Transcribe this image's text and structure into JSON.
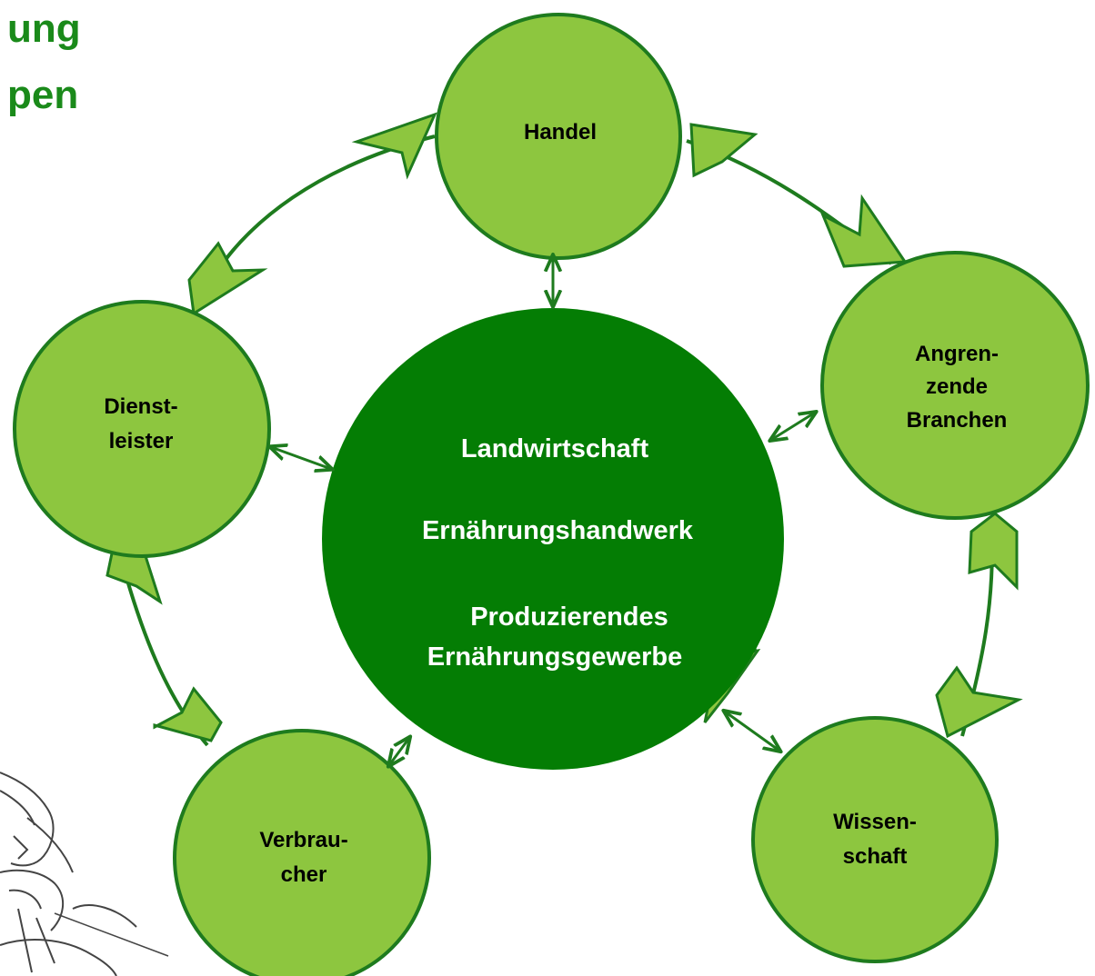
{
  "colors": {
    "title": "#1a8a1a",
    "outer_fill": "#8dc63f",
    "outer_stroke": "#1e7b1e",
    "center_fill": "#047d04",
    "connector": "#1e7b1e",
    "center_text": "#ffffff",
    "node_text": "#000000"
  },
  "title": {
    "line1": "ung",
    "line2": "pen"
  },
  "center": {
    "line1": "Landwirtschaft",
    "line2": "Ernährungshandwerk",
    "line3": "Produzierendes",
    "line4": "Ernährungsgewerbe"
  },
  "nodes": {
    "handel": {
      "lines": [
        "Handel"
      ]
    },
    "angrenzende": {
      "lines": [
        "Angren-",
        "zende",
        "Branchen"
      ]
    },
    "wissenschaft": {
      "lines": [
        "Wissen-",
        "schaft"
      ]
    },
    "verbraucher": {
      "lines": [
        "Verbrau-",
        "cher"
      ]
    },
    "dienstleister": {
      "lines": [
        "Dienst-",
        "leister"
      ]
    }
  },
  "icons": {
    "ring_arrows": "chevron-arrow-icon",
    "center_links": "double-arrow-icon",
    "corner_sketch": "sketch-illustration"
  }
}
